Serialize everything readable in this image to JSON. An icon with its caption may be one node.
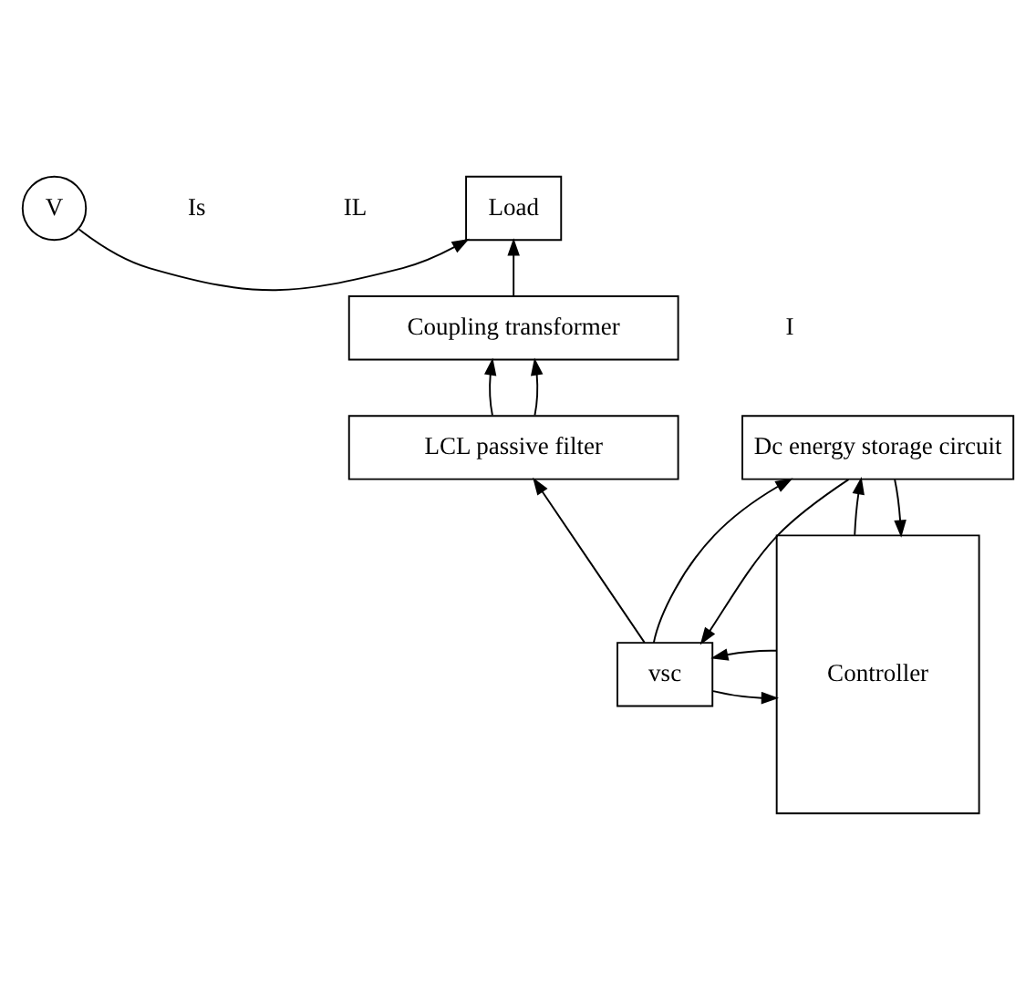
{
  "diagram": {
    "nodes": [
      {
        "text": [
          "V"
        ]
      },
      {
        "text": [
          "Load"
        ]
      },
      {
        "text": [
          "Coupling transformer"
        ]
      },
      {
        "text": [
          "LCL passive filter"
        ]
      },
      {
        "text": [
          "Controller"
        ]
      },
      {
        "text": [
          "vsc"
        ]
      },
      {
        "text": [
          "Dc energy storage circuit"
        ]
      }
    ],
    "edges": [
      {
        "from": 0,
        "to": 1,
        "arrow": "to"
      },
      {
        "from": 2,
        "to": 1,
        "arrow": "to"
      },
      {
        "from": 3,
        "to": 2,
        "arrow": "to"
      },
      {
        "from": 3,
        "to": 2,
        "arrow": "to"
      },
      {
        "from": 5,
        "to": 3,
        "arrow": "to"
      },
      {
        "from": 4,
        "to": 5,
        "arrow": "to"
      },
      {
        "from": 5,
        "to": 4,
        "arrow": "to"
      },
      {
        "from": 5,
        "to": 6,
        "arrow": "to"
      },
      {
        "from": 6,
        "to": 5,
        "arrow": "to"
      },
      {
        "from": 4,
        "to": 6,
        "arrow": "to"
      },
      {
        "from": 6,
        "to": 4,
        "arrow": "to"
      }
    ],
    "labels": [
      "Is",
      "IL",
      "I"
    ]
  }
}
